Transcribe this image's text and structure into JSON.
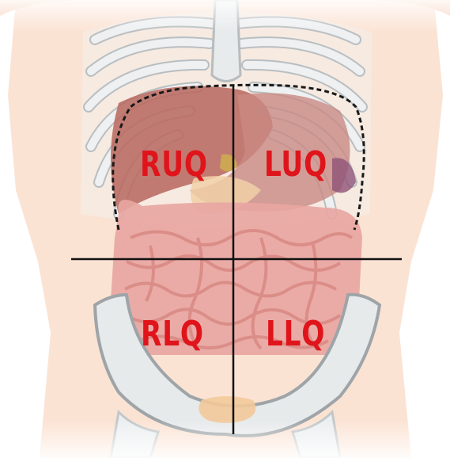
{
  "quadrants": {
    "ruq": "RUQ",
    "luq": "LUQ",
    "rlq": "RLQ",
    "llq": "LLQ"
  },
  "colors": {
    "label": "#e0141b",
    "skin": "#fbe2d2",
    "bone": "#e6e9ea",
    "bone_outline": "#b7bcbf",
    "liver": "#b96a61",
    "intestine": "#e9a8a4",
    "divider": "#111111"
  }
}
